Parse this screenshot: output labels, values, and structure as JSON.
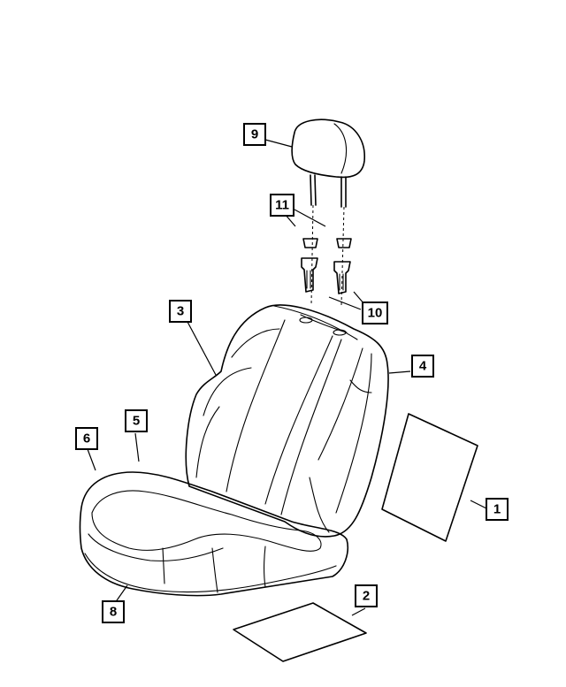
{
  "callouts": [
    {
      "id": "c1",
      "label": "1"
    },
    {
      "id": "c2",
      "label": "2"
    },
    {
      "id": "c3",
      "label": "3"
    },
    {
      "id": "c4",
      "label": "4"
    },
    {
      "id": "c5",
      "label": "5"
    },
    {
      "id": "c6",
      "label": "6"
    },
    {
      "id": "c8",
      "label": "8"
    },
    {
      "id": "c9",
      "label": "9"
    },
    {
      "id": "c10",
      "label": "10"
    },
    {
      "id": "c11",
      "label": "11"
    }
  ]
}
